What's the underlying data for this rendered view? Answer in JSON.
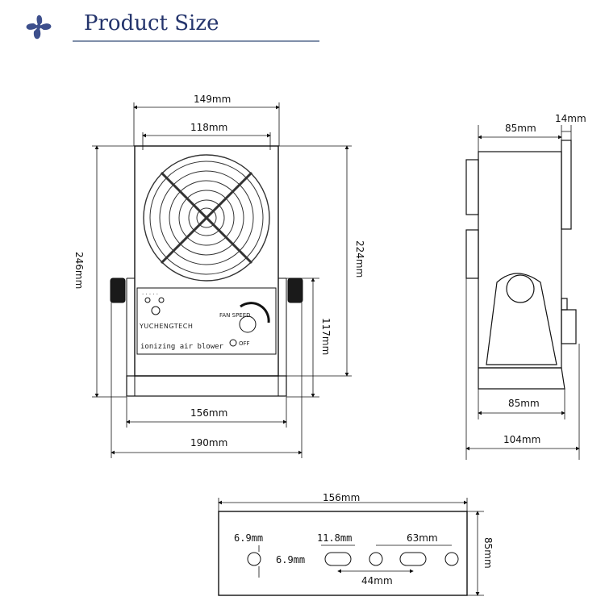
{
  "header": {
    "title": "Product Size",
    "logo_icon": "fan-logo-icon"
  },
  "front_view": {
    "dimensions": {
      "overall_width": "149mm",
      "grille_width": "118mm",
      "overall_height": "246mm",
      "body_height": "224mm",
      "panel_height": "117mm",
      "base_width": "156mm",
      "total_width": "190mm"
    },
    "panel": {
      "brand": "YUCHENGTECH",
      "product_name": "ionizing air blower",
      "off_label": "OFF",
      "speed_label": "FAN SPEED"
    }
  },
  "side_view": {
    "dimensions": {
      "top_depth": "85mm",
      "thickness": "14mm",
      "base_depth": "85mm",
      "total_depth": "104mm"
    }
  },
  "base_plate": {
    "dimensions": {
      "width": "156mm",
      "depth": "85mm",
      "hole_diameter": "6.9mm",
      "hole_offset": "6.9mm",
      "slot_length": "11.8mm",
      "slot_span": "63mm",
      "hole_spacing": "44mm"
    }
  }
}
